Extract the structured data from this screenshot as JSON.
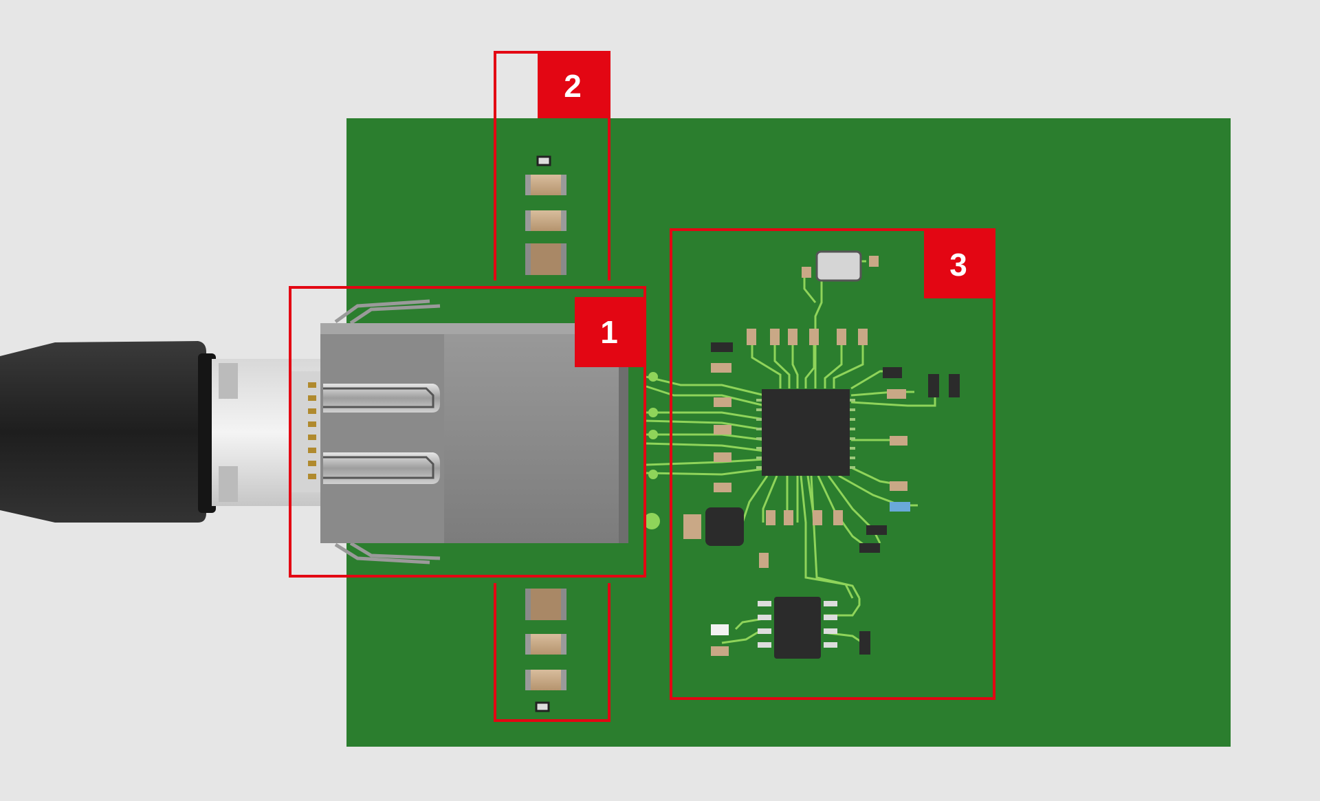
{
  "figure": {
    "colors": {
      "background": "#e6e6e6",
      "pcb": "#2b7e2e",
      "trace": "#8fd45a",
      "callout": "#e30613",
      "cable": "#2a2a2a",
      "jack_body": "#8c8c8c",
      "ic": "#2b2b2b",
      "capacitor": "#c9a886"
    },
    "callouts": [
      {
        "label": "1",
        "component": "rj45-jack"
      },
      {
        "label": "2",
        "component": "capacitor-column"
      },
      {
        "label": "3",
        "component": "controller-circuit"
      }
    ]
  }
}
